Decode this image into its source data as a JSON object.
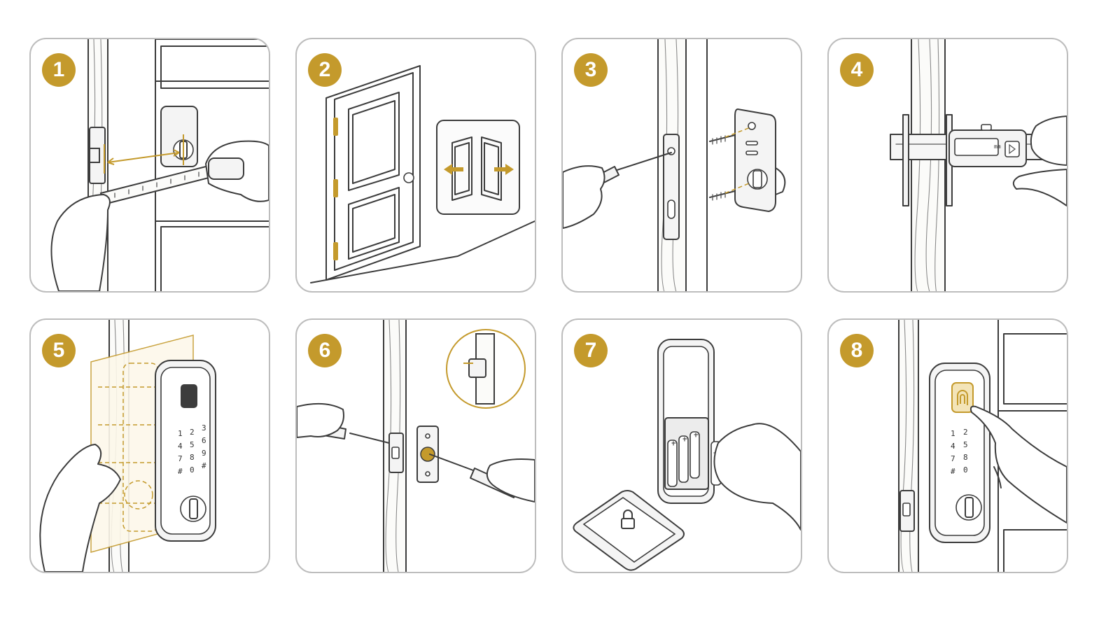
{
  "steps": [
    {
      "number": "1",
      "illustration": "measure-backset-with-tape"
    },
    {
      "number": "2",
      "illustration": "identify-door-handing"
    },
    {
      "number": "3",
      "illustration": "remove-old-lock-screws"
    },
    {
      "number": "4",
      "illustration": "measure-door-thickness-with-caliper"
    },
    {
      "number": "5",
      "illustration": "apply-template"
    },
    {
      "number": "6",
      "illustration": "install-latch-and-strike-plate"
    },
    {
      "number": "7",
      "illustration": "insert-batteries-and-pair-phone"
    },
    {
      "number": "8",
      "illustration": "register-fingerprint"
    }
  ],
  "keypad": [
    "1",
    "2",
    "3",
    "4",
    "5",
    "6",
    "7",
    "8",
    "9",
    "#",
    "0",
    "#"
  ],
  "caliper_unit": "mm",
  "colors": {
    "accent": "#c49a2c",
    "line": "#3c3c3c",
    "border": "#bdbdbd"
  }
}
